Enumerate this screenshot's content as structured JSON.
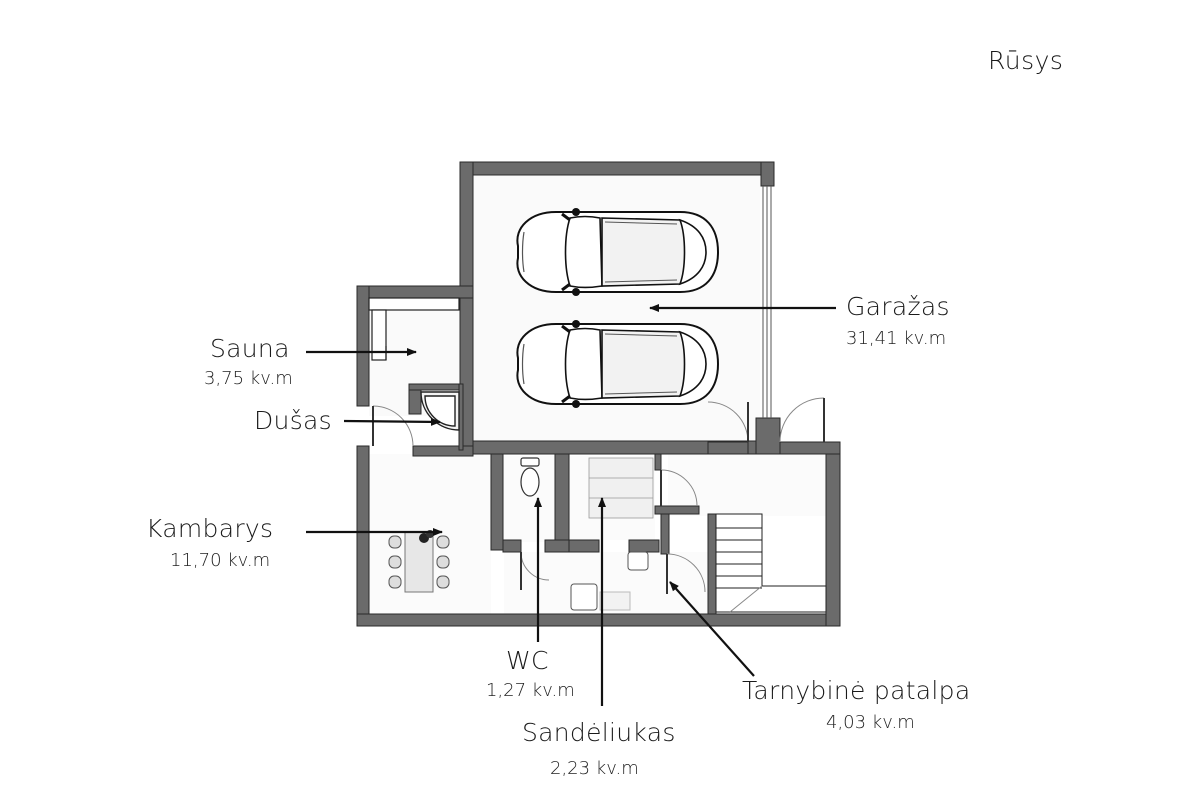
{
  "title": "Rūsys",
  "rooms": [
    {
      "id": "garazas",
      "name": "Garažas",
      "area": "31,41 kv.m"
    },
    {
      "id": "sauna",
      "name": "Sauna",
      "area": "3,75 kv.m"
    },
    {
      "id": "dusas",
      "name": "Dušas",
      "area": ""
    },
    {
      "id": "kambarys",
      "name": "Kambarys",
      "area": "11,70 kv.m"
    },
    {
      "id": "wc",
      "name": "WC",
      "area": "1,27 kv.m"
    },
    {
      "id": "sandeliukas",
      "name": "Sandėliukas",
      "area": "2,23 kv.m"
    },
    {
      "id": "tarnybine",
      "name": "Tarnybinė patalpa",
      "area": "4,03 kv.m"
    }
  ],
  "colors": {
    "wall": "#6b6b6b",
    "wall_edge": "#2a2a2a",
    "floor": "#fafafa",
    "line": "#111111"
  }
}
